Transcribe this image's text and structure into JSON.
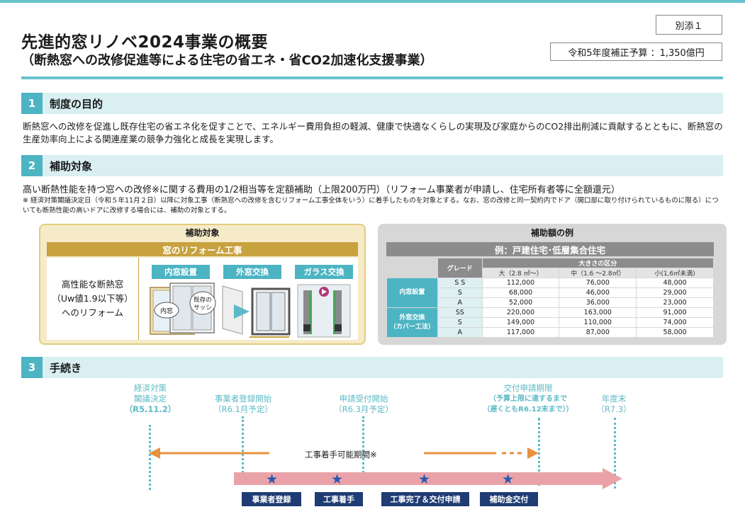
{
  "header": {
    "title": "先進的窓リノベ2024事業の概要",
    "subtitle": "（断熱窓への改修促進等による住宅の省エネ・省CO2加速化支援事業）",
    "annex": "別添１",
    "budget": "令和5年度補正予算 ：1,350億円",
    "accent_color": "#4cb4c2"
  },
  "section1": {
    "number": "1",
    "title": "制度の目的",
    "body": "断熱窓への改修を促進し既存住宅の省エネ化を促すことで、エネルギー費用負担の軽減、健康で快適なくらしの実現及び家庭からのCO2排出削減に貢献するとともに、断熱窓の生産効率向上による関連産業の競争力強化と成長を実現します。"
  },
  "section2": {
    "number": "2",
    "title": "補助対象",
    "lead": "高い断熱性能を持つ窓への改修※に関する費用の1/2相当等を定額補助（上限200万円）（リフォーム事業者が申請し、住宅所有者等に全額還元）",
    "note": "※ 経済対策閣議決定日（令和５年11月２日）以降に対象工事（断熱窓への改修を含むリフォーム工事全体をいう）に着手したものを対象とする。なお、窓の改修と同一契約内でドア（開口部に取り付けられているものに限る）についても断熱性能の高いドアに改修する場合には、補助の対象とする。",
    "target_panel": {
      "heading": "補助対象",
      "band": "窓のリフォーム工事",
      "left_lines": [
        "高性能な断熱窓",
        "（Uw値1.9以下等）",
        "へのリフォーム"
      ],
      "categories": [
        "内窓設置",
        "外窓交換",
        "ガラス交換"
      ],
      "callouts": [
        "内窓",
        "既存の",
        "サッシ"
      ]
    },
    "amount_panel": {
      "heading": "補助額の例",
      "band": "例：戸建住宅･低層集合住宅",
      "grade_header": "グレード",
      "size_header": "大きさの区分",
      "size_columns": [
        "大（2.8 ㎡～）",
        "中（1.6 ～2.8㎡）",
        "小(1,6㎡未満)"
      ],
      "groups": [
        {
          "category": [
            "内窓設置"
          ],
          "rows": [
            {
              "grade": "S S",
              "values": [
                "112,000",
                "76,000",
                "48,000"
              ]
            },
            {
              "grade": "S",
              "values": [
                "68,000",
                "46,000",
                "29,000"
              ]
            },
            {
              "grade": "A",
              "values": [
                "52,000",
                "36,000",
                "23,000"
              ]
            }
          ]
        },
        {
          "category": [
            "外窓交換",
            "（カバー工法）"
          ],
          "rows": [
            {
              "grade": "SS",
              "values": [
                "220,000",
                "163,000",
                "91,000"
              ]
            },
            {
              "grade": "S",
              "values": [
                "149,000",
                "110,000",
                "74,000"
              ]
            },
            {
              "grade": "A",
              "values": [
                "117,000",
                "87,000",
                "58,000"
              ]
            }
          ]
        }
      ]
    }
  },
  "section3": {
    "number": "3",
    "title": "手続き",
    "milestones": [
      {
        "lines": [
          "経済対策",
          "閣議決定"
        ],
        "date": "（R5.11.2）",
        "bold_date": true
      },
      {
        "lines": [
          "事業者登録開始"
        ],
        "date": "（R6.1月予定）",
        "bold_date": false
      },
      {
        "lines": [
          "申請受付開始"
        ],
        "date": "（R6.3月予定）",
        "bold_date": false
      },
      {
        "lines": [
          "交付申請期限",
          "（予算上限に達するまで",
          "（遅くともR6.12末まで））"
        ],
        "date": "",
        "bold_date": true
      },
      {
        "lines": [
          "年度末"
        ],
        "date": "（R7.3）",
        "bold_date": false
      }
    ],
    "period_label": "工事着手可能期間※",
    "steps": [
      "事業者登録",
      "工事着手",
      "工事完了＆交付申請",
      "補助金交付"
    ],
    "colors": {
      "period_arrow": "#e8913e",
      "timeline_arrow": "#e9a3a8",
      "step_box": "#1f3c74",
      "star": "#2a57b0"
    }
  }
}
